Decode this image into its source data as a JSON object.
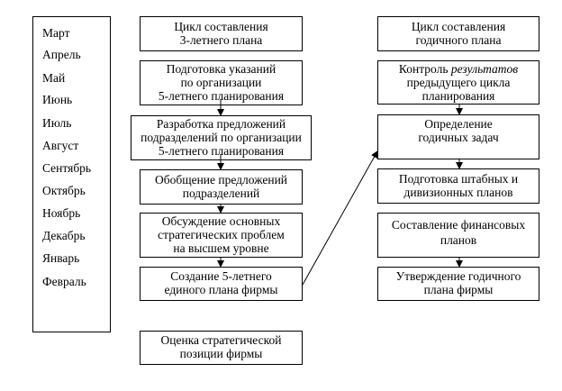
{
  "months": [
    "Март",
    "Апрель",
    "Май",
    "Июнь",
    "Июль",
    "Август",
    "Сентябрь",
    "Октябрь",
    "Ноябрь",
    "Декабрь",
    "Январь",
    "Февраль"
  ],
  "left_column": {
    "header": [
      "Цикл составления",
      "3-летнего плана"
    ],
    "step1": [
      "Подготовка указаний",
      "по организации",
      "5-летнего планирования"
    ],
    "step2": [
      "Разработка предложений",
      "подразделений по организации",
      "5-летнего планирования"
    ],
    "step3": [
      "Обобщение предложений",
      "подразделений"
    ],
    "step4": [
      "Обсуждение основных",
      "стратегических проблем",
      "на высшем уровне"
    ],
    "step5": [
      "Создание 5-летнего",
      "единого плана фирмы"
    ],
    "footer": [
      "Оценка стратегической",
      "позиции фирмы"
    ]
  },
  "right_column": {
    "header": [
      "Цикл составления",
      "годичного плана"
    ],
    "step1": {
      "line1_prefix": "Контроль ",
      "line1_italic": "результатов",
      "line2": "предыдущего цикла",
      "line3": "планирования"
    },
    "step2": [
      "Определение",
      "годичных задач"
    ],
    "step3": [
      "Подготовка штабных и",
      "дивизионных планов"
    ],
    "step4": [
      "Составление финансовых",
      "планов"
    ],
    "step5": [
      "Утверждение годичного",
      "плана фирмы"
    ]
  }
}
